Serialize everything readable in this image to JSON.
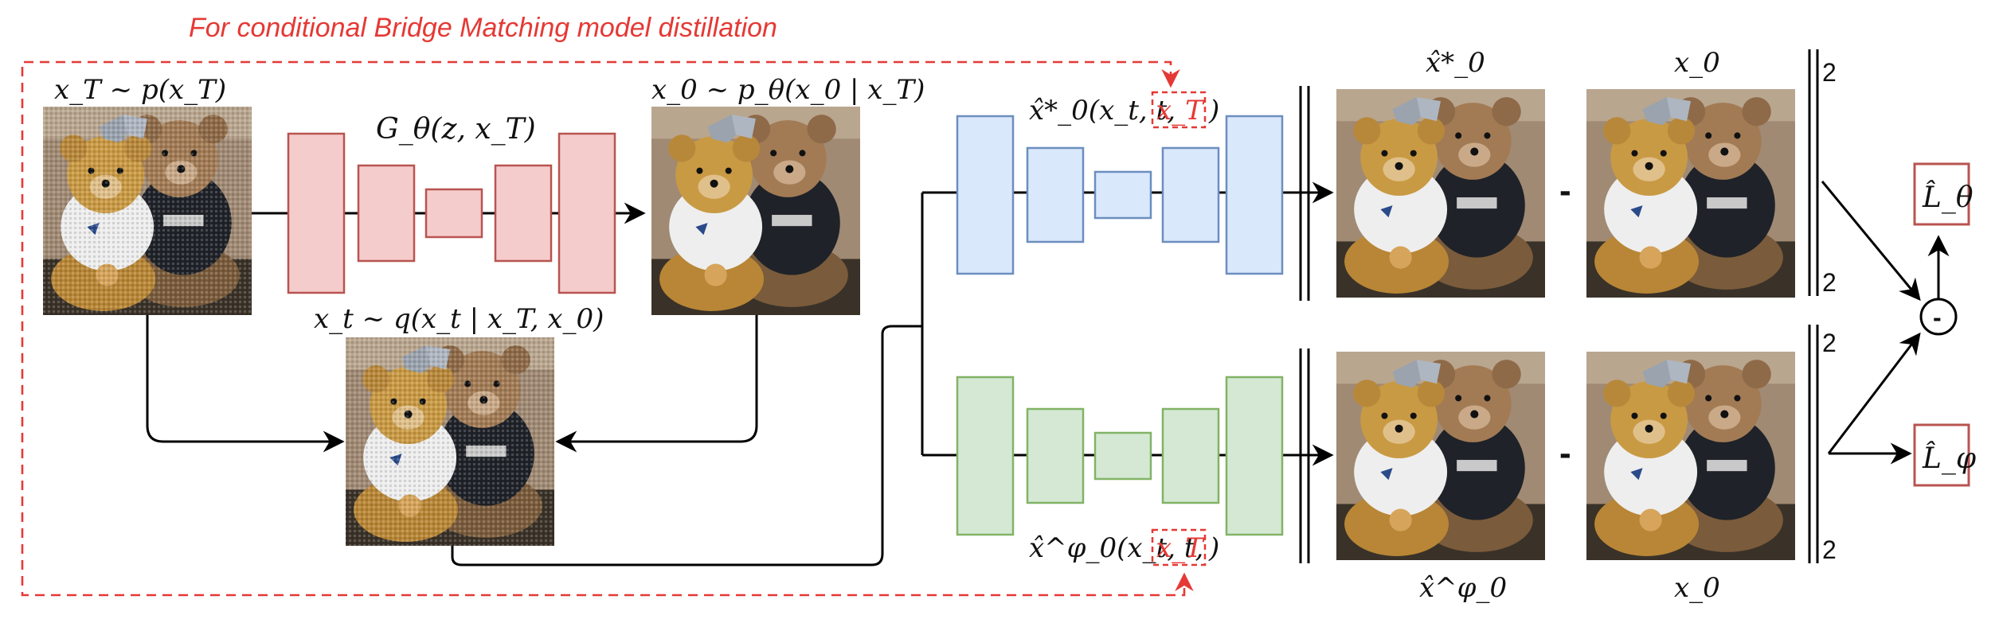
{
  "caption": "For conditional Bridge Matching model distillation",
  "labels": {
    "x_T_sample": "x_T ~ p(x_T)",
    "generator": "G_θ(z, x_T)",
    "x0_sample": "x_0 ~ p_θ(x_0 | x_T)",
    "xt_sample": "x_t ~ q(x_t | x_T, x_0)",
    "teacher": "x̂*_0(x_t, t, ",
    "student": "x̂^φ_0(x_t, t, ",
    "cond": "x_T",
    "close_paren": ")",
    "top_pred_col": "x̂*_0",
    "top_gt_col": "x_0",
    "bottom_pred_col": "x̂^φ_0",
    "bottom_gt_col": "x_0",
    "minus_top": "-",
    "minus_bottom": "-",
    "norm_sup_top": "2",
    "norm_sub_top": "2",
    "norm_sup_bottom": "2",
    "norm_sub_bottom": "2",
    "diff_op": "-",
    "loss_theta": "L̂_θ",
    "loss_phi": "L̂_φ"
  },
  "colors": {
    "generator_fill": "#f5cccc",
    "generator_stroke": "#b85450",
    "teacher_fill": "#dae8fc",
    "teacher_stroke": "#6c8ebf",
    "student_fill": "#d5e8d4",
    "student_stroke": "#82b366",
    "dashed_red": "#e53935"
  },
  "icons": {
    "image_tiles": "teddy-bears-photo",
    "arrowheads": "arrow-head"
  }
}
